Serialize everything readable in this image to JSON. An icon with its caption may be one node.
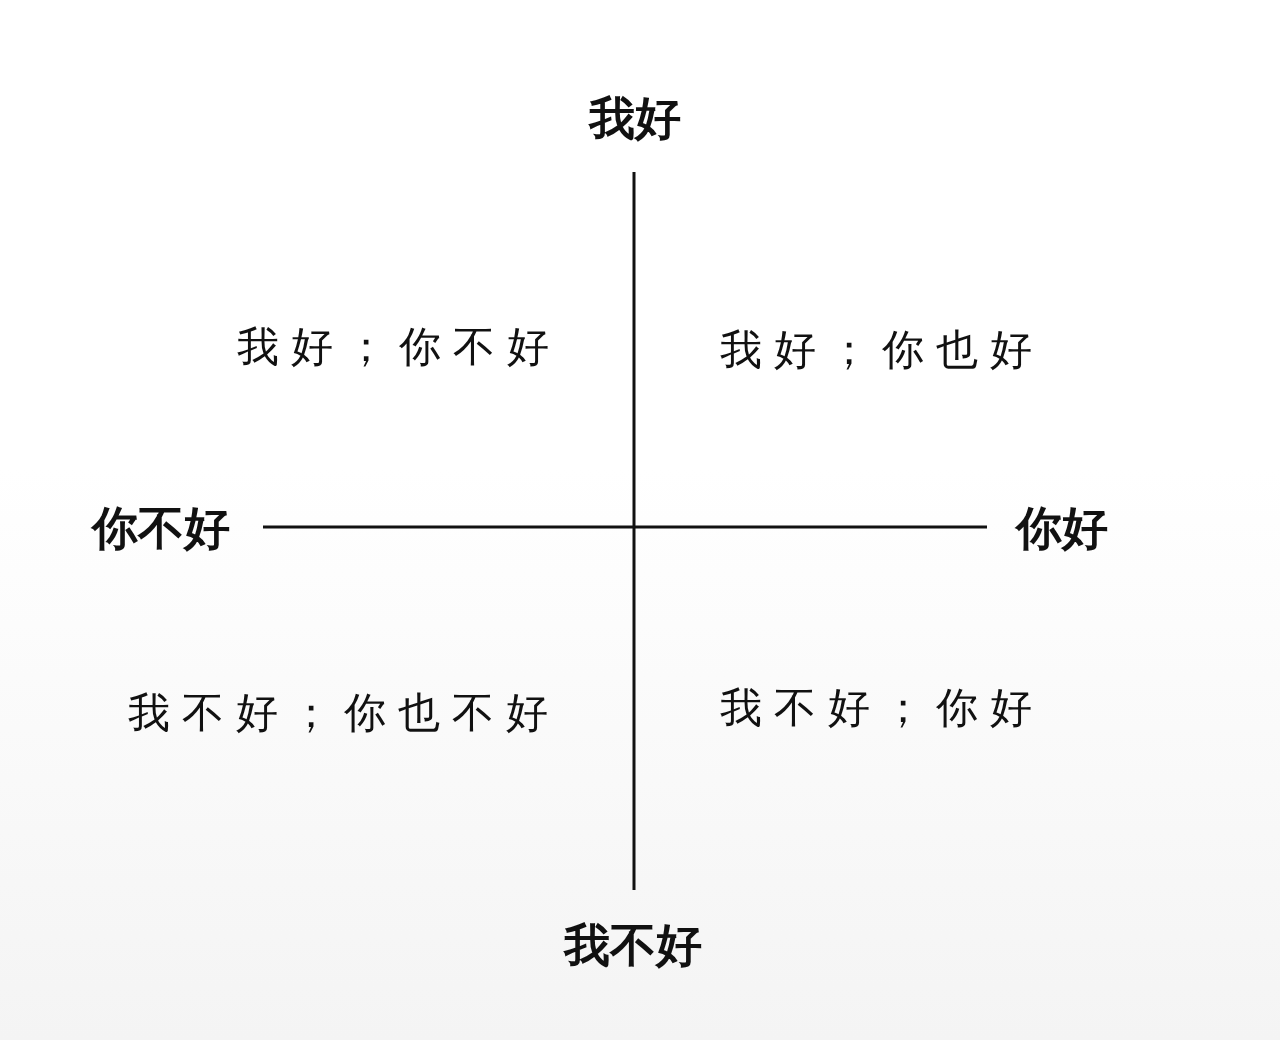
{
  "diagram": {
    "labels": [
      "我好",
      "我好；你不好",
      "我好；你也好",
      "你不好",
      "你好",
      "我不好；你也不好",
      "我不好；你好",
      "我不好"
    ]
  }
}
